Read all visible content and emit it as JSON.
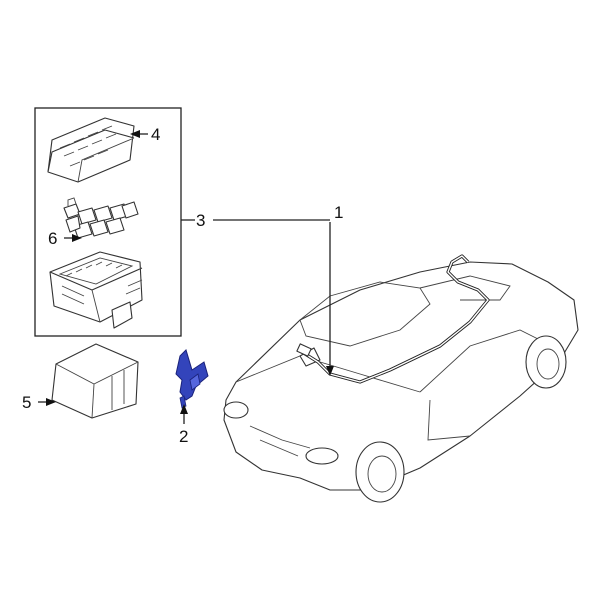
{
  "callouts": {
    "c1": "1",
    "c2": "2",
    "c3": "3",
    "c4": "4",
    "c5": "5",
    "c6": "6"
  },
  "colors": {
    "highlight_part": "#3344bb",
    "line": "#222222",
    "background": "#ffffff"
  }
}
